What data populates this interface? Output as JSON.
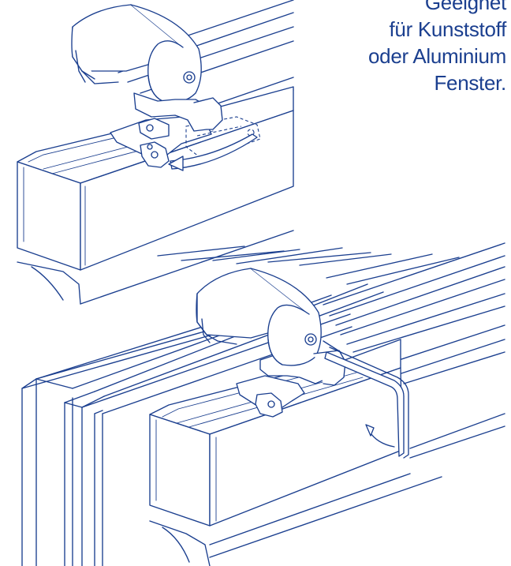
{
  "caption": {
    "line1": "Geeignet",
    "line2": "für Kunststoff",
    "line3": "oder Aluminium",
    "line4": "Fenster."
  },
  "colors": {
    "line": "#1b3f8f",
    "background": "#ffffff"
  },
  "illustrations": [
    {
      "name": "detail-view",
      "depicts": "motor unit mounted on window sash, clip rotated into position (arrow)"
    },
    {
      "name": "installed-view",
      "depicts": "motor unit on window sash with bracket hooked over frame"
    }
  ]
}
